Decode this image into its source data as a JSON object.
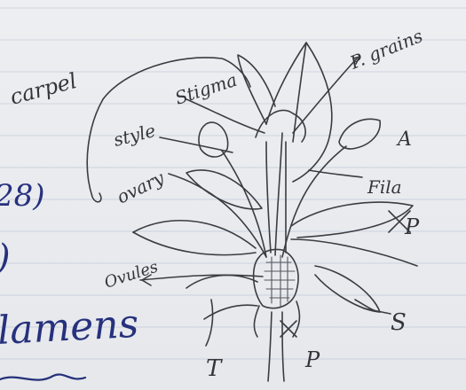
{
  "labels": {
    "carpel": "carpel",
    "stigma": "Stigma",
    "style": "style",
    "ovary": "ovary",
    "ovules": "Ovules",
    "pollen_grains": "P. grains",
    "anther": "A",
    "filament": "Fila",
    "petal": "P",
    "sepal": "S",
    "thalamus": "T",
    "pedicel": "P"
  },
  "margin_ink_text": {
    "fragment_1": "28)",
    "fragment_2": ")",
    "fragment_3": "lamens"
  }
}
